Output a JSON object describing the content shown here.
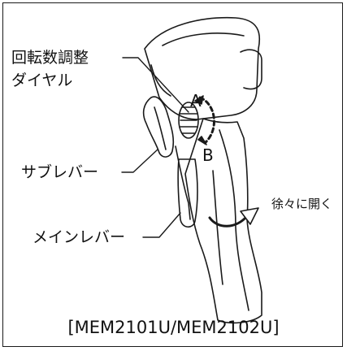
{
  "labels": {
    "speed_dial_line1": "回転数調整",
    "speed_dial_line2": "ダイヤル",
    "direction_a": "A",
    "direction_b": "B",
    "sub_lever": "サブレバー",
    "main_lever": "メインレバー",
    "open_gradually": "徐々に開く"
  },
  "caption": "[MEM2101U/MEM2102U]",
  "icons": [
    "dial-rotation-arrow",
    "lever-open-arrow"
  ],
  "colors": {
    "line": "#1a1a1a",
    "background": "#ffffff"
  }
}
